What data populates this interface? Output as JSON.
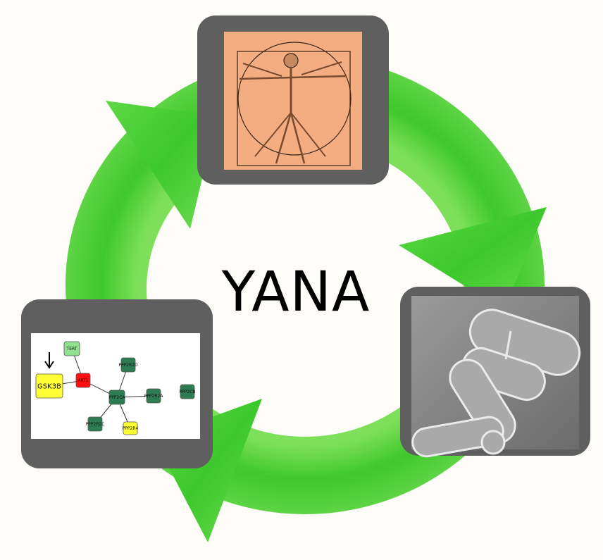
{
  "title": "YANA",
  "colors": {
    "arrow": "#44cc33",
    "frame": "#5f5f5f",
    "human_bg": "#f4ad80",
    "yeast_bg": "#8a8a8a",
    "network_bg": "#ffffff"
  },
  "panels": {
    "human": {
      "icon": "vitruvian-man-icon"
    },
    "yeast": {
      "icon": "yeast-cells-icon"
    },
    "network": {
      "nodes": [
        {
          "id": "tert",
          "label": "TERT",
          "color": "#8fe08f"
        },
        {
          "id": "gsk3b",
          "label": "GSK3B",
          "color": "#ffff33"
        },
        {
          "id": "akt1",
          "label": "AKT1",
          "color": "#ff1010"
        },
        {
          "id": "ppp2r2d",
          "label": "PPP2R2D",
          "color": "#2e7d52"
        },
        {
          "id": "ppp2ca",
          "label": "PPP2CA",
          "color": "#2e7d52"
        },
        {
          "id": "ppp2r2a",
          "label": "PPP2R2A",
          "color": "#2e7d52"
        },
        {
          "id": "ppp2cb",
          "label": "PPP2CB",
          "color": "#2e7d52"
        },
        {
          "id": "ppp2r2c",
          "label": "PPP2R2C",
          "color": "#2e7d52"
        },
        {
          "id": "ppp2r4",
          "label": "PPP2R4",
          "color": "#ffff33"
        }
      ]
    }
  }
}
